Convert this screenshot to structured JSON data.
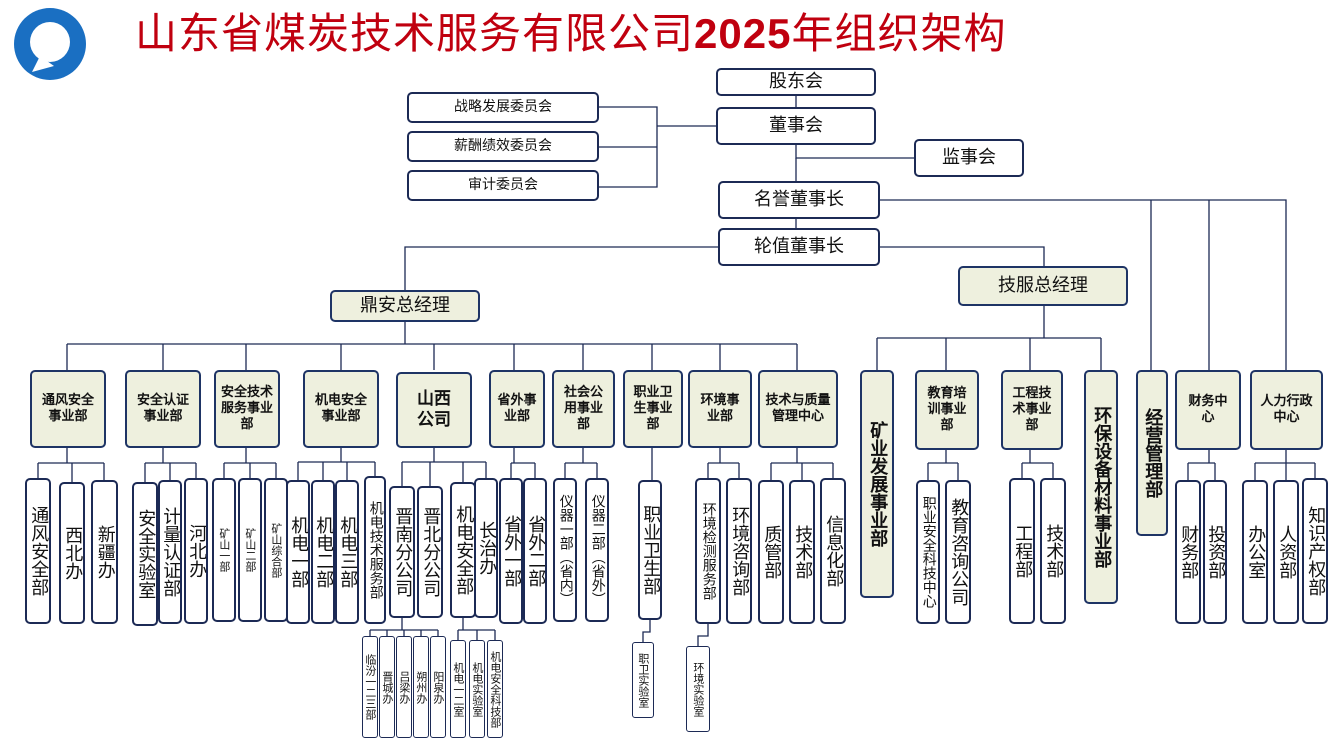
{
  "title": {
    "prefix": "山东省煤炭技术服务有限公司",
    "year": "2025",
    "suffix": "年组织架构"
  },
  "colors": {
    "title": "#c0000f",
    "line": "#1c2a55",
    "fill": "#eef0de",
    "logo": "#1a6fc2"
  },
  "top": {
    "shareholders": "股东会",
    "board": "董事会",
    "supervisors": "监事会",
    "committees": [
      "战略发展委员会",
      "薪酬绩效委员会",
      "审计委员会"
    ],
    "honorary_chair": "名誉董事长",
    "rotating_chair": "轮值董事长",
    "dingan_gm": "鼎安总经理",
    "jifu_gm": "技服总经理"
  },
  "depts": [
    "通风安全事业部",
    "安全认证事业部",
    "安全技术服务事业部",
    "机电安全事业部",
    "山西公司",
    "省外事业部",
    "社会公用事业部",
    "职业卫生事业部",
    "环境事业部",
    "技术与质量管理中心",
    "矿业发展事业部",
    "教育培训事业部",
    "工程技术事业部",
    "环保设备材料事业部",
    "经营管理部",
    "财务中心",
    "人力行政中心"
  ],
  "subs": [
    "通风安全部",
    "西北办",
    "新疆办",
    "安全实验室",
    "计量认证部",
    "河北办",
    "矿山一部",
    "矿山二部",
    "矿山综合部",
    "机电一部",
    "机电二部",
    "机电三部",
    "机电技术服务部",
    "晋南分公司",
    "晋北分公司",
    "机电安全部",
    "长治办",
    "省外一部",
    "省外二部",
    "仪器一部（省内）",
    "仪器二部（省外）",
    "职业卫生部",
    "环境检测服务部",
    "环境咨询部",
    "质管部",
    "技术部",
    "信息化部",
    "职业安全科技中心",
    "教育咨询公司",
    "工程部",
    "技术部",
    "财务部",
    "投资部",
    "办公室",
    "人资部",
    "知识产权部"
  ],
  "level3": [
    "临汾一二三部",
    "晋城办",
    "吕梁办",
    "朔州办",
    "阳泉办",
    "机电一二室",
    "机电实验室",
    "机电安全科技部",
    "职卫实验室",
    "环境实验室"
  ]
}
